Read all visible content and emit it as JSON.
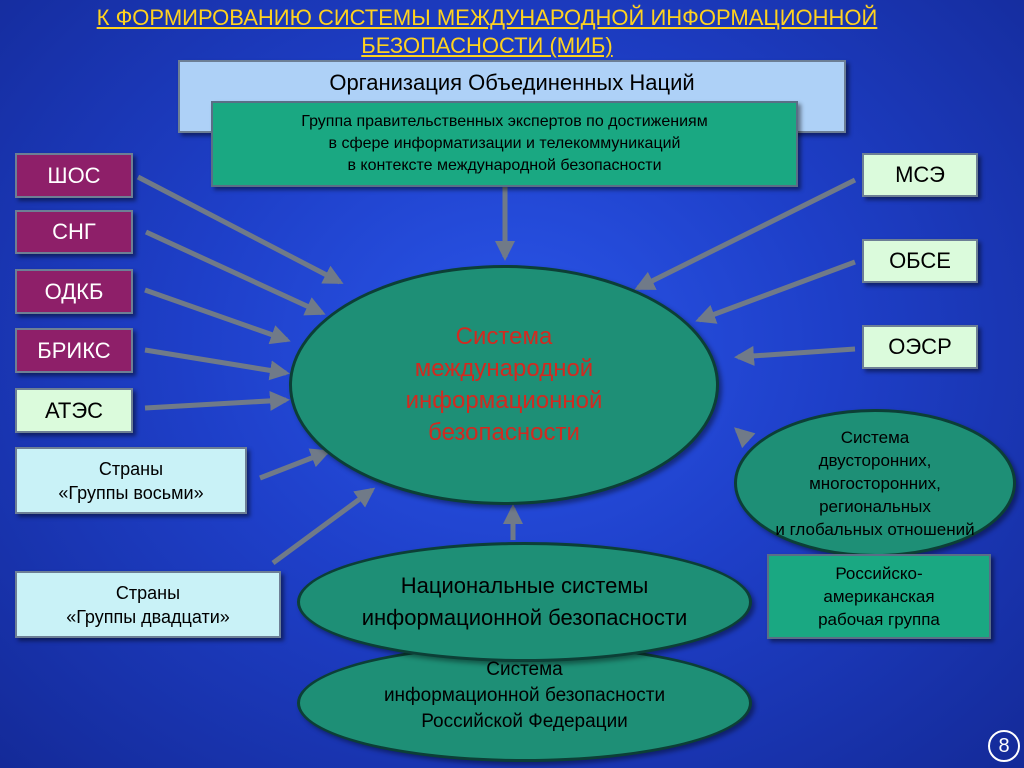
{
  "title": "К ФОРМИРОВАНИЮ  СИСТЕМЫ МЕЖДУНАРОДНОЙ ИНФОРМАЦИОННОЙ БЕЗОПАСНОСТИ (МИБ)",
  "un": "Организация Объединенных Наций",
  "experts": [
    "Группа правительственных экспертов по достижениям",
    "в сфере информатизации и телекоммуникаций",
    "в контексте международной безопасности"
  ],
  "center": [
    "Система",
    "международной",
    "информационной",
    "безопасности"
  ],
  "left": {
    "sco": "ШОС",
    "cis": "СНГ",
    "csto": "ОДКБ",
    "brics": "БРИКС",
    "apec": "АТЭС",
    "g8": [
      "Страны",
      "«Группы восьми»"
    ],
    "g20": [
      "Страны",
      "«Группы двадцати»"
    ]
  },
  "right": {
    "itu": "МСЭ",
    "osce": "ОБСЕ",
    "oecd": "ОЭСР"
  },
  "bilateral": [
    "Система",
    "двусторонних,",
    "многосторонних,",
    "региональных",
    "и глобальных отношений"
  ],
  "ru_us": [
    "Российско-",
    "американская",
    "рабочая группа"
  ],
  "national": [
    "Национальные системы",
    "информационной безопасности"
  ],
  "russia": [
    "Система",
    "информационной безопасности",
    "Российской Федерации"
  ],
  "page_number": "8",
  "colors": {
    "title": "#ffd21f",
    "purple_box": "#8e1f69",
    "light_box": "#dbfbdc",
    "teal": "#1aa882",
    "ellipse": "#1e8f76",
    "center_text": "#d22a20",
    "arrow": "#707a88"
  }
}
